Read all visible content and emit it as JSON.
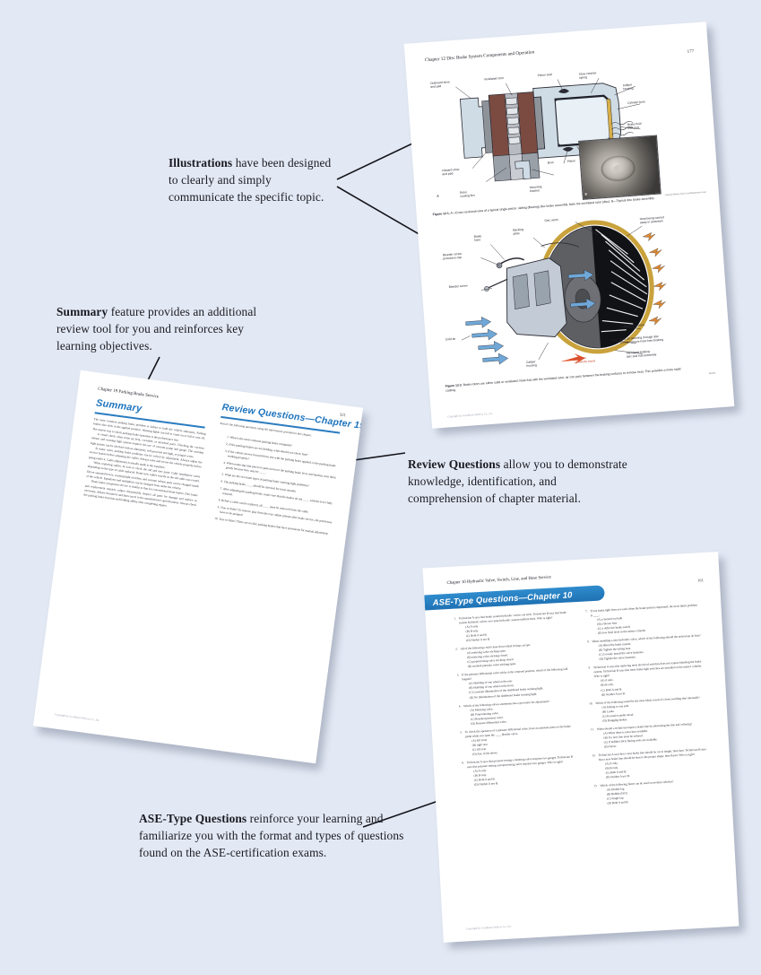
{
  "meta": {
    "background_color": "#e3e9f4",
    "accent_blue": "#1d74bd",
    "banner_blue": "#2f8ccd"
  },
  "callouts": [
    {
      "id": "illustrations",
      "lead": "Illustrations",
      "rest": " have been designed to clearly and simply communicate the specific topic."
    },
    {
      "id": "summary",
      "lead": "Summary",
      "rest": " feature provides an additional review tool for you and reinforces key learning objectives."
    },
    {
      "id": "review-questions",
      "lead": "Review Questions",
      "rest": " allow you to demonstrate knowledge, identification, and comprehension of chapter material."
    },
    {
      "id": "ase-type-questions",
      "lead": "ASE-Type Questions",
      "rest": " reinforce your learning and familiarize you with the format and types of questions found on the ASE-certification exams."
    }
  ],
  "pages": {
    "illustrations": {
      "running_head": "Chapter 12   Disc Brake System Components and Operation",
      "folio": "177",
      "copyright": "Copyright by Goodheart-Willcox Co., Inc.",
      "figure1": {
        "caption_bold": "Figure 12-1.",
        "caption_text": " A—Cross-sectional view of a typical single-piston, sliding (floating) disc brake assembly. Note the ventilated rotor (disc). B—Typical disc brake assembly.",
        "credit": "General Motors; Kyle Lee/Shutterstock.com",
        "labels": [
          "Outboard shoe\nand pad",
          "Ventilated rotor",
          "Piston seal",
          "Shoe retainer\nspring",
          "Caliper\nhousing",
          "Cylinder bore",
          "Brake fluid\ninlet port",
          "Inboard shoe\nand pad",
          "Boot",
          "Piston",
          "Rotor\ncooling fins",
          "Mounting\nbracket",
          "A",
          "B"
        ]
      },
      "figure2": {
        "caption_bold": "Figure 12-2.",
        "caption_text": " Brake rotors are either solid or ventilated. Note that with the ventilated rotor, air can pass between the braking surfaces to remove heat. This provides a more rapid cooling.",
        "credit": "Bendix",
        "labels": [
          "Disc vents",
          "Heat being carried\naway in airstream",
          "Brake\nhose",
          "Backing\nplate",
          "Bleeder screw\nprotective cap",
          "Bleeder screw",
          "Braking surface",
          "Cold air traveling through disc\nto help remove heat from braking",
          "Ventilated braking\ndisc and hub assembly",
          "Cold air",
          "Caliper\nhousing",
          "Direction\nof vehicle travel"
        ]
      }
    },
    "summary": {
      "running_head": "Chapter 19   Parking Brake Service",
      "folio": "321",
      "copyright": "Copyright by Goodheart-Willcox Co., Inc.",
      "left_heading": "Summary",
      "right_heading": "Review Questions—Chapter 19",
      "right_intro": "Answer the following questions using the information provided in this chapter.",
      "summary_paragraphs": [
        "The most common parking brake problem is failure to hold the vehicle stationary. Parking brakes also stick in the applied position. Warning lights can fail to come on or fail to turn off. The easiest way to check parking brake operation is the performance test.",
        "A visual check often turns up bent, corroded, or stretched parts. Checking the vacuum release and warning light system requires the use of vacuum pump and gauge. The warning light system can be checked with an ohmmeter, self-powered test light, or jumper wires.",
        "In many cases, parking brake problems can be solved by adjustment. Always adjust the service brakes before adjusting the cables. Always raise and secure the vehicle properly before going under it. Cable adjustment is usually made at the equalizer.",
        "When replacing cables, be sure to check the old and new parts. Cable installation varies depending on the type of cable replaced. Route new cables exactly as the old cable was routed. Driver operated levers, warning light switches, and vacuum release parts can be changed inside of the vehicle. Equalizers and multipliers can be changed from under the vehicle.",
        "Drum brake component service is similar to that for conventional drum brakes. Disc brake part replacement requires caliper disassembly. Inspect all parts for damage and replace as necessary. Adjust clearances and lines travel to the manufacturer's specifications. Always check the parking brake function and holding ability after completing repairs."
      ],
      "questions": [
        "What is the most common parking brake complaint?",
        "If the parking brakes are not holding, what should you check first?",
        "If the vehicle moves forward from rest with the parking brake applied, is the parking brake working properly?",
        "When removing trim pieces to gain access to the parking brake lever mechanism, treat them gently because they may be ____.",
        "What are the two main types of parking brake warning light problems?",
        "The parking brake ____ should be checked for loose strands.",
        "After adjusting the parking brake, make sure that the brakes do not ____ with the lever fully released.",
        "Before a cable can be replaced, all ____ must be removed from the cable.",
        "True or False? To remove play from the rear caliper pistons after brake service, the pedal may have to be pumped.",
        "True or False? There are no disc parking brakes that have provisions for manual adjustment."
      ]
    },
    "ase": {
      "running_head": "Chapter 10   Hydraulic Valve, Switch, Line, and Hose Service",
      "folio": "161",
      "banner": "ASE-Type Questions—Chapter 10",
      "copyright": "Copyright by Goodheart-Willcox Co., Inc.",
      "questions_left": [
        {
          "n": "1.",
          "stem": "Technician A says that brake system hydraulic valves can stick. Technician B says that brake system hydraulic valves can cause hydraulic system malfunctions. Who is right?",
          "choices": [
            "(A)  A only.",
            "(B)  B only.",
            "(C)  Both A and B.",
            "(D)  Neither A nor B."
          ]
        },
        {
          "n": "2.",
          "stem": "All of the following could cause front wheel lockup, except:",
          "choices": [
            "(A)  metering valve sticking open.",
            "(B)  metering valve sticking closed.",
            "(C)  proportioning valve sticking closed.",
            "(D)  residual pressure valve sticking open."
          ]
        },
        {
          "n": "3.",
          "stem": "If the pressure differential valve sticks in the centered position, which of the following will happen?",
          "choices": [
            "(A)  Skidding of one wheel at the rear.",
            "(B)  Skidding of one wheel at the front.",
            "(C)  Constant illumination of the dashboard brake warning light.",
            "(D)  No illumination of the dashboard brake warning light."
          ]
        },
        {
          "n": "4.",
          "stem": "Which of the following valves sometimes has a provision for adjustment?",
          "choices": [
            "(A)  Metering valve.",
            "(B)  Proportioning valve.",
            "(C)  Residual pressure valve.",
            "(D)  Pressure differential valve."
          ]
        },
        {
          "n": "5.",
          "stem": "To check the operation of a pressure differential valve, have an assistant press on the brake pedal while you open the ____ bleeder valve.",
          "choices": [
            "(A)  left front",
            "(B)  right rear",
            "(C)  left rear",
            "(D)  Any of the above."
          ]
        },
        {
          "n": "6.",
          "stem": "Technician A says that pressure testing a metering valve requires two gauges. Technician B says that pressure testing a proportioning valve requires two gauges. Who is right?",
          "choices": [
            "(A)  A only.",
            "(B)  B only.",
            "(C)  Both A and B.",
            "(D)  Neither A nor B."
          ]
        }
      ],
      "questions_right": [
        {
          "n": "7.",
          "stem": "If one brake light does not work when the brake pedal is depressed, the most likely problem is ____.",
          "choices": [
            "(A)  a burned out bulb",
            "(B)  a blown fuse",
            "(C)  a defective brake switch",
            "(D)  low fluid level in the master cylinder"
          ]
        },
        {
          "n": "8.",
          "stem": "When installing a new hydraulic valve, which of the following should the technician do first?",
          "choices": [
            "(A)  Bleed the brake system.",
            "(B)  Tighten the tubing nuts.",
            "(C)  Loosely install the valve fasteners.",
            "(D)  Tighten the valve fasteners."
          ]
        },
        {
          "n": "9.",
          "stem": "Technician A says that replacing most electrical switches does not require bleeding the brake system. Technician B says that most brake light switches are installed on the master cylinder. Who is right?",
          "choices": [
            "(A)  A only.",
            "(B)  B only.",
            "(C)  Both A and B.",
            "(D)  Neither A nor B."
          ]
        },
        {
          "n": "10.",
          "stem": "Which of the following would be the most likely result of a hose swelling shut internally?",
          "choices": [
            "(A)  Pulling to one side.",
            "(B)  Leaks.",
            "(C)  Excessive pedal travel.",
            "(D)  Dragging brakes."
          ]
        },
        {
          "n": "11.",
          "stem": "When should a technician repair a brake line by shortening the line and collaring?",
          "choices": [
            "(A)  When there is extra line available.",
            "(B)  If a new line must be ordered.",
            "(C)  If bubble (ISO) flaring tools are available.",
            "(D)  Never."
          ]
        },
        {
          "n": "12.",
          "stem": "Technician A says that a new brake line should be cut to length, then bent. Technician B says that a new brake line should be bent to the proper shape, then flared. Who is right?",
          "choices": [
            "(A)  A only.",
            "(B)  B only.",
            "(C)  Both A and B.",
            "(D)  Neither A nor B."
          ]
        },
        {
          "n": "13.",
          "stem": "Which of the following flares can be used on modern vehicles?",
          "choices": [
            "(A)  Double lap.",
            "(B)  Bubble (ISO).",
            "(C)  Single lap.",
            "(D)  Both A and B."
          ]
        }
      ]
    }
  }
}
